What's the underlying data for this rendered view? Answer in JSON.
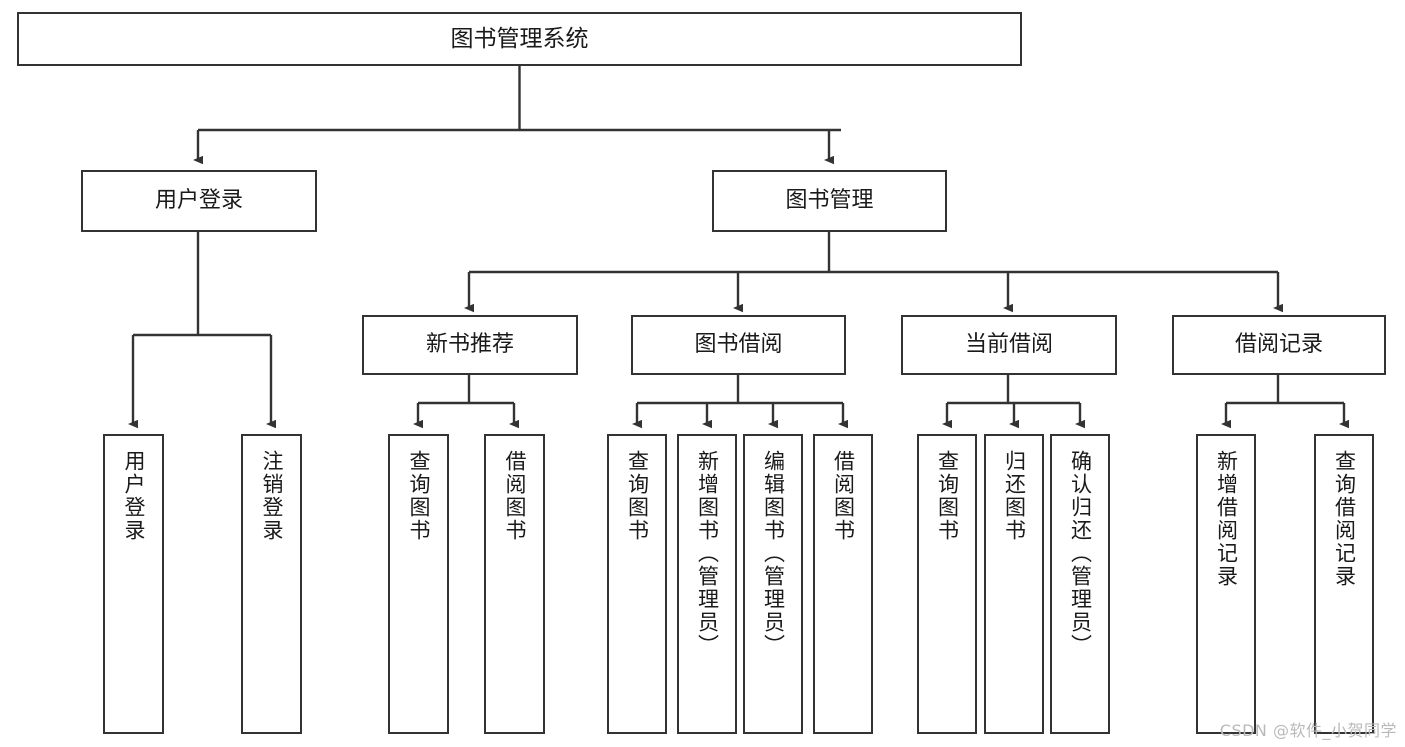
{
  "diagram": {
    "title": "图书管理系统",
    "type": "tree-hierarchy",
    "watermark": "CSDN @软件_小贺同学",
    "colors": {
      "border": "#333333",
      "background": "#ffffff",
      "text": "#1a1a1a",
      "edge": "#333333",
      "watermark": "#b9b9b9"
    },
    "levels": {
      "root": {
        "label": "图书管理系统"
      },
      "level2": [
        {
          "label": "用户登录"
        },
        {
          "label": "图书管理"
        }
      ],
      "level3": [
        {
          "label": "新书推荐"
        },
        {
          "label": "图书借阅"
        },
        {
          "label": "当前借阅"
        },
        {
          "label": "借阅记录"
        }
      ],
      "leaves": {
        "user_login": [
          {
            "label": "用户登录"
          },
          {
            "label": "注销登录"
          }
        ],
        "new_book_recommend": [
          {
            "label": "查询图书"
          },
          {
            "label": "借阅图书"
          }
        ],
        "book_borrow": [
          {
            "label": "查询图书"
          },
          {
            "label": "新增图书（管理员）"
          },
          {
            "label": "编辑图书（管理员）"
          },
          {
            "label": "借阅图书"
          }
        ],
        "current_borrow": [
          {
            "label": "查询图书"
          },
          {
            "label": "归还图书"
          },
          {
            "label": "确认归还（管理员）"
          }
        ],
        "borrow_record": [
          {
            "label": "新增借阅记录"
          },
          {
            "label": "查询借阅记录"
          }
        ]
      }
    }
  }
}
